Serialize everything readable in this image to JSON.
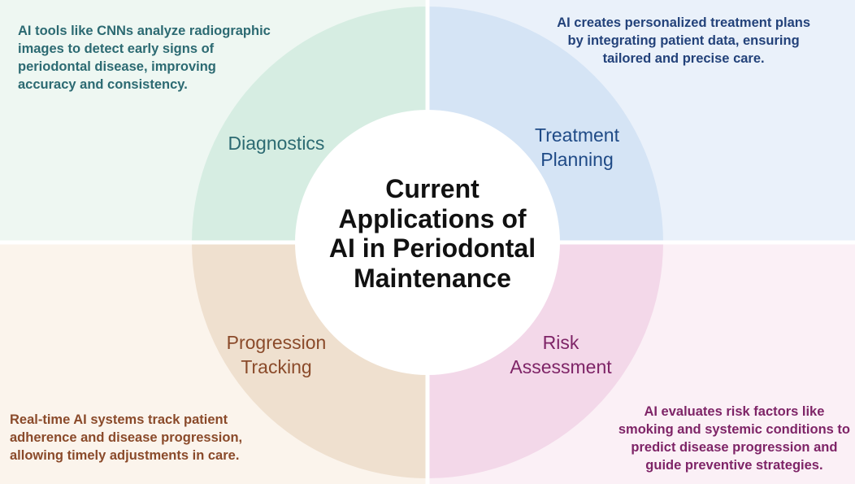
{
  "center": {
    "title_lines": [
      "Current",
      "Applications of",
      "AI in Periodontal",
      "Maintenance"
    ]
  },
  "quadrants": {
    "diagnostics": {
      "label_lines": [
        "Diagnostics"
      ],
      "description_lines": [
        "AI tools like CNNs analyze radiographic",
        "images to detect early signs of",
        "periodontal disease, improving",
        "accuracy and consistency."
      ]
    },
    "treatment_planning": {
      "label_lines": [
        "Treatment",
        "Planning"
      ],
      "description_lines": [
        "AI creates personalized treatment plans",
        "by integrating patient data, ensuring",
        "tailored and precise care."
      ]
    },
    "progression_tracking": {
      "label_lines": [
        "Progression",
        "Tracking"
      ],
      "description_lines": [
        "Real-time AI systems track patient",
        "adherence and disease progression,",
        "allowing timely adjustments in care."
      ]
    },
    "risk_assessment": {
      "label_lines": [
        "Risk",
        "Assessment"
      ],
      "description_lines": [
        "AI evaluates risk factors like",
        "smoking and systemic conditions to",
        "predict disease progression and",
        "guide preventive strategies."
      ]
    }
  },
  "colors": {
    "diagnostics_bg": "#eef7f2",
    "diagnostics_ring": "#d6ede2",
    "diagnostics_text": "#2c6a72",
    "treatment_bg": "#eaf1fa",
    "treatment_ring": "#d5e4f5",
    "treatment_text": "#1f4a86",
    "progression_bg": "#fbf4ec",
    "progression_ring": "#efe0cf",
    "progression_text": "#8a4a2a",
    "risk_bg": "#fbf0f6",
    "risk_ring": "#f3d8e9",
    "risk_text": "#7e2467",
    "center_text": "#111111"
  }
}
